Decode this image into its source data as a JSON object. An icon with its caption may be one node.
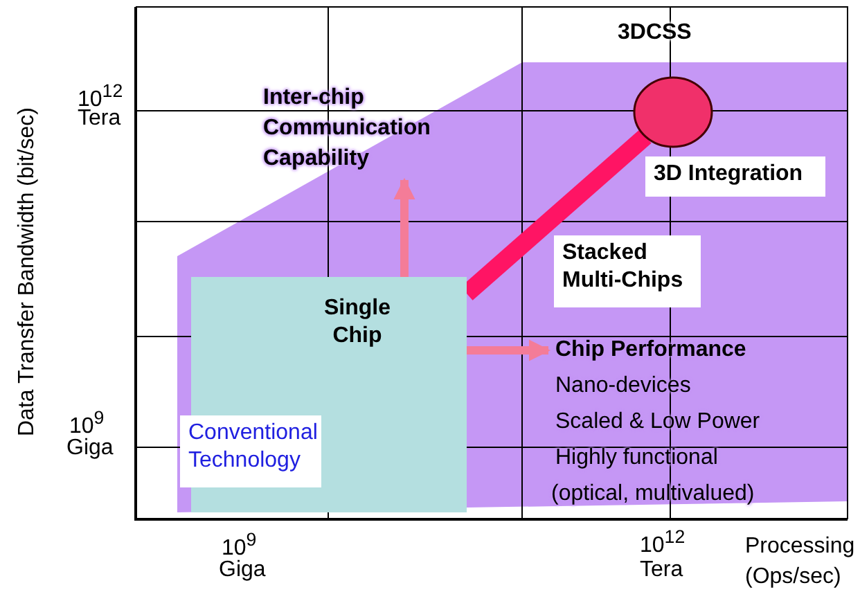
{
  "diagram": {
    "nodes": [
      {
        "text": [
          "Inter-chip Communication Capability"
        ]
      },
      {
        "text": [
          "3DCSS"
        ]
      },
      {
        "text": [
          "3D Integration"
        ]
      },
      {
        "text": [
          "Stacked Multi-Chips"
        ]
      },
      {
        "text": [
          "Single Chip"
        ]
      },
      {
        "text": [
          "Chip Performance",
          "Nano-devices",
          "Scaled & Low Power",
          "Highly functional",
          "(optical, multivalued)"
        ]
      },
      {
        "text": [
          "Conventional Technology"
        ],
        "in": 4
      }
    ],
    "edges": [
      {
        "from": 4,
        "to": 0,
        "arrow": "to"
      },
      {
        "from": 4,
        "to": 1,
        "arrow": "none",
        "style": "thick",
        "color": "#ff1464"
      },
      {
        "from": 4,
        "to": 5,
        "arrow": "to"
      }
    ],
    "labels": [
      "Data Transfer Bandwidth (bit/sec)",
      "10$^{12}$",
      "Tera",
      "10$^{9}$",
      "Giga",
      "10$^{9}$",
      "Giga",
      "10$^{12}$",
      "Tera",
      "Processing",
      "(Ops/sec)"
    ]
  }
}
